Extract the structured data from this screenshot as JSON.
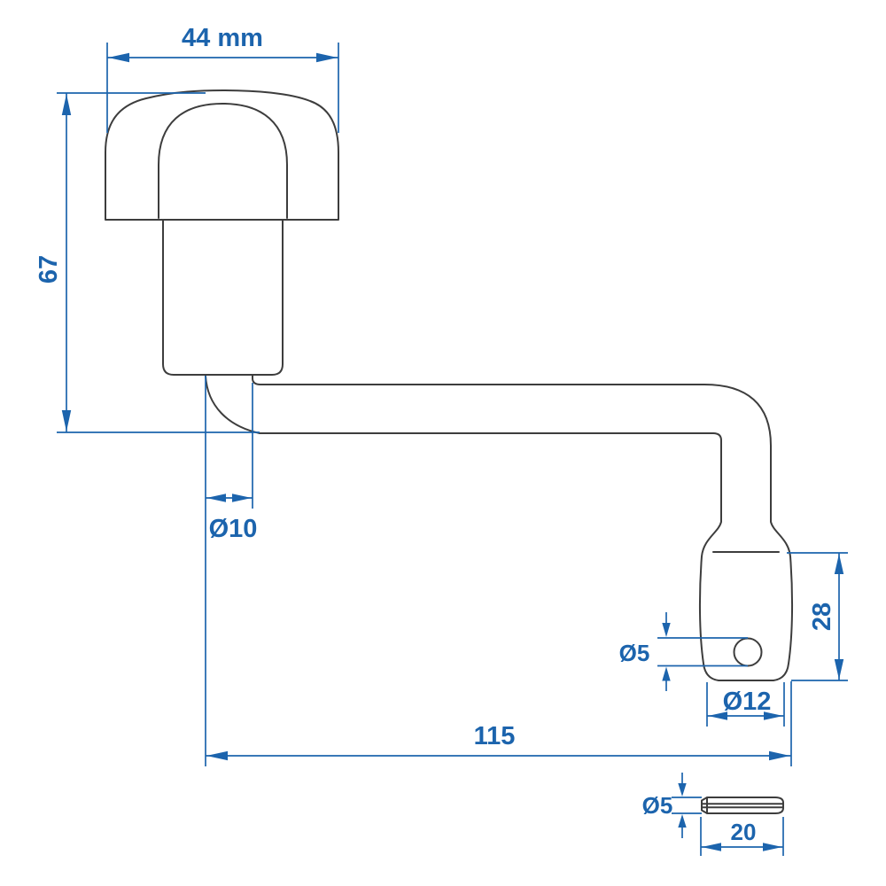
{
  "colors": {
    "dimension-blue": "#1c64ad",
    "outline-gray": "#3d3d3d",
    "background": "#ffffff"
  },
  "dimensions": {
    "knob_width": "44 mm",
    "overall_height": "67",
    "shaft_diameter": "Ø10",
    "arm_length": "115",
    "socket_height": "28",
    "socket_hole_diameter": "Ø5",
    "socket_end_diameter": "Ø12",
    "pin_diameter": "Ø5",
    "pin_length": "20"
  }
}
